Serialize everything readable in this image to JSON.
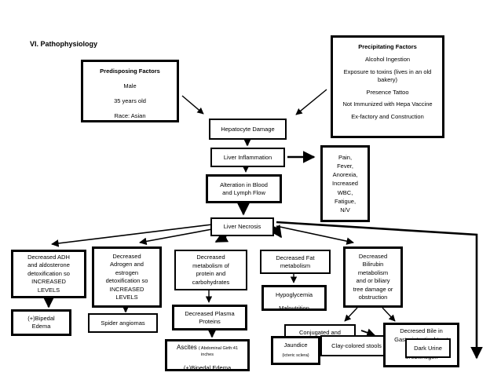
{
  "title": "VI. Pathophysiology",
  "colors": {
    "border": "#000000",
    "background": "#ffffff"
  },
  "boxes": {
    "predisposing": {
      "header": "Predisposing Factors",
      "lines": [
        "Male",
        "35 years old",
        "Race: Asian"
      ]
    },
    "precipitating": {
      "header": "Precipitating Factors",
      "lines": [
        "Alcohol Ingestion",
        "Exposure to toxins (lives in an old bakery)",
        "Presence Tattoo",
        "Not Immunized with Hepa Vaccine",
        "Ex-factory and Construction"
      ]
    },
    "hepatocyte_damage": {
      "label": "Hepatocyte Damage"
    },
    "liver_inflammation": {
      "label": "Liver Inflammation"
    },
    "systemic_symptoms": {
      "label": "Pain,\nFever,\nAnorexia,\nIncreased\nWBC,\nFatigue,\nN/V"
    },
    "alteration": {
      "label": "Alteration in Blood\nand Lymph Flow"
    },
    "liver_necrosis": {
      "label": "Liver Necrosis"
    },
    "adh": {
      "label": "Decreased ADH\nand aldosterone\ndetoxification so\nINCREASED\nLEVELS"
    },
    "androgen": {
      "label": "Decreased\nAdrogen and\nestrogen\ndetoxification so\nINCREASED\nLEVELS"
    },
    "protein_metabolism": {
      "label": "Decreased\nmetabolism of\nprotein and\ncarbohydrates"
    },
    "fat_metabolism": {
      "label": "Decreased Fat\nmetabolism"
    },
    "bilirubin": {
      "label": "Decreased\nBilirubin\nmetabolism\nand or biliary\ntree damage or\nobstruction"
    },
    "bipedal_edema": {
      "label": "(+)Bipedal\nEdema"
    },
    "spider_angiomas": {
      "label": "Spider angiomas"
    },
    "plasma_proteins": {
      "label": "Decreased Plasma\nProteins"
    },
    "hypoglycemia": {
      "line1": "Hypoglycemia",
      "line2_clipped": "Malnutrition"
    },
    "conjugated": {
      "line1": "Conjugated and"
    },
    "jaundice": {
      "main": "Jaundice",
      "sub": "(icteric sclera)"
    },
    "clay_stools": {
      "label": "Clay-colored stools"
    },
    "decreased_bile": {
      "label": "Decresed Bile in\nGastrointestinal tract\nand\nUrobilinogen"
    },
    "dark_urine": {
      "label": "Dark Urine"
    },
    "ascites": {
      "main": "Ascites",
      "detail": "( Abdominal Girth:41",
      "detail2": "inches",
      "extra_clipped": "(+)Bipedal Edema"
    }
  }
}
